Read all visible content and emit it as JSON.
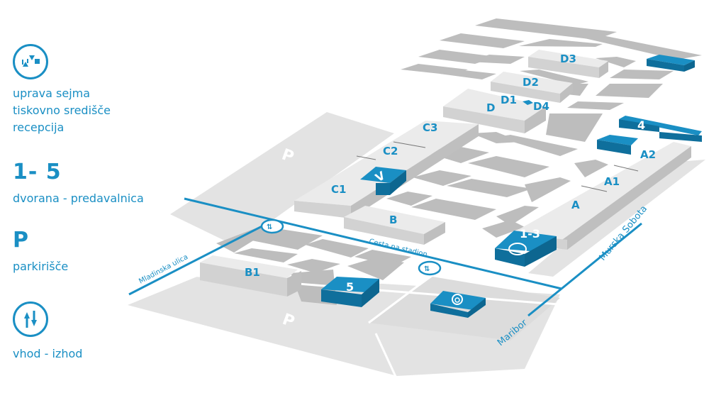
{
  "legend": {
    "admin": {
      "icon": "admin-office-icon",
      "lines": [
        "uprava sejma",
        "tiskovno središče",
        "recepcija"
      ]
    },
    "halls": {
      "symbol": "1- 5",
      "text": "dvorana - predavalnica"
    },
    "parking": {
      "symbol": "P",
      "text": "parkirišče"
    },
    "entrance": {
      "icon": "entrance-exit-icon",
      "text": "vhod - izhod"
    }
  },
  "map": {
    "buildings": {
      "C1": "C1",
      "C2": "C2",
      "C3": "C3",
      "V": "V",
      "B": "B",
      "B1": "B1",
      "D": "D",
      "D1": "D1",
      "D2": "D2",
      "D3": "D3",
      "D4": "D4",
      "A": "A",
      "A1": "A1",
      "A2": "A2",
      "hall4": "4",
      "hall5": "5",
      "hall13": "1-3"
    },
    "parking_label": "P",
    "streets": {
      "cesta": "Cesta na stadion",
      "mladinska": "Mladinska ulica",
      "murska": "Murska Sobota",
      "maribor": "Maribor"
    },
    "colors": {
      "blue": "#1a8fc4",
      "blue_dark": "#0f6f9c",
      "building_top": "#e6e6e6",
      "building_side": "#c9c9c9",
      "lot": "#bdbdbd",
      "ground": "#e3e3e3"
    }
  }
}
